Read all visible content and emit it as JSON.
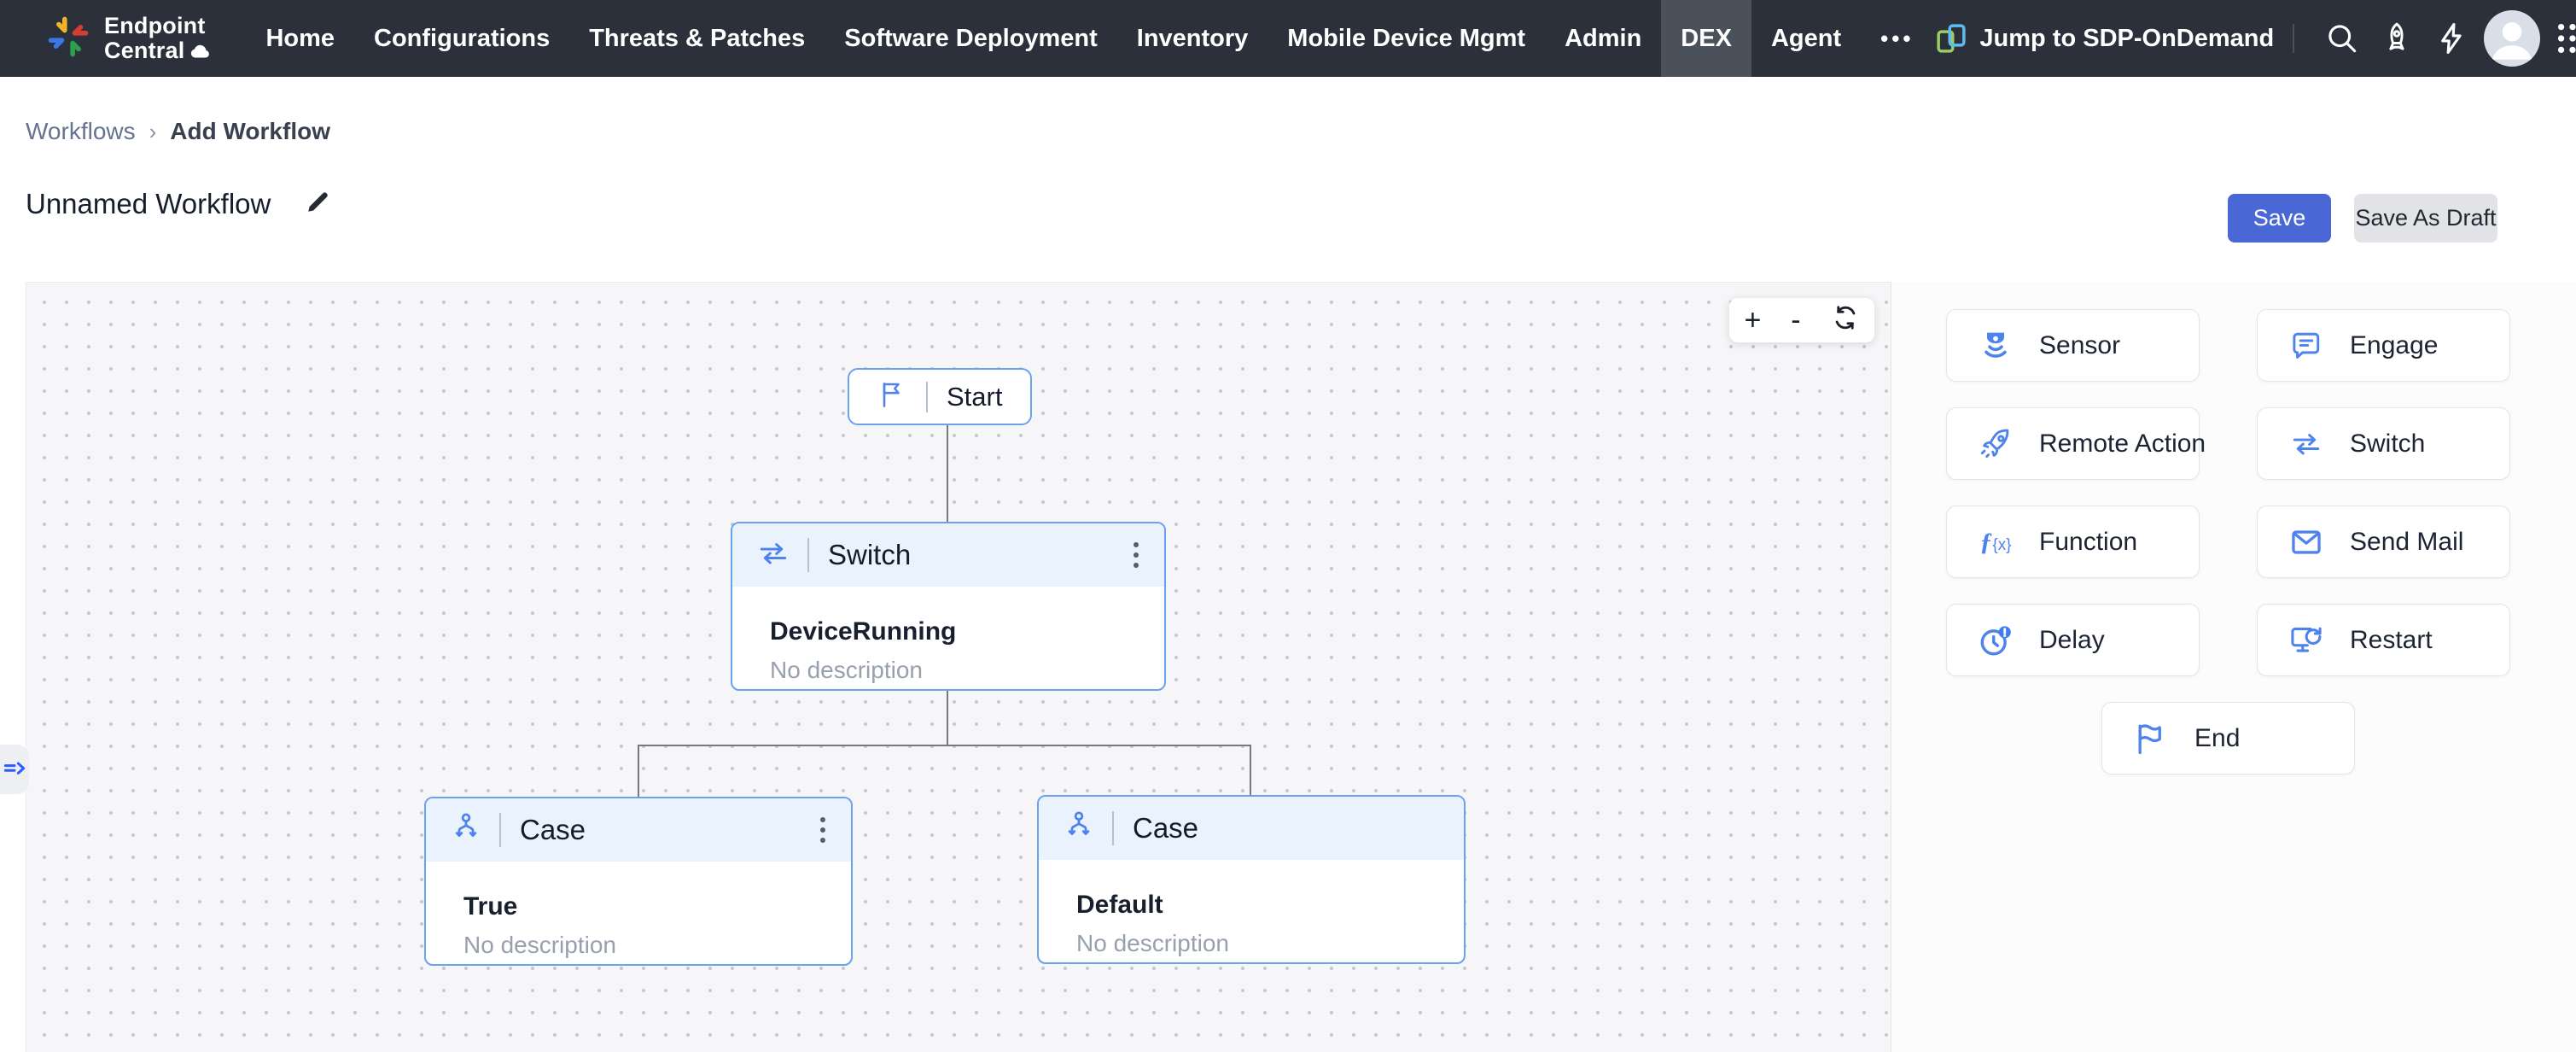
{
  "nav": {
    "brand_line1": "Endpoint",
    "brand_line2": "Central",
    "items": [
      "Home",
      "Configurations",
      "Threats & Patches",
      "Software Deployment",
      "Inventory",
      "Mobile Device Mgmt",
      "Admin",
      "DEX",
      "Agent",
      "•••"
    ],
    "active_item": "DEX",
    "jump_label": "Jump to SDP-OnDemand"
  },
  "breadcrumb": {
    "parent": "Workflows",
    "separator": "›",
    "current": "Add Workflow"
  },
  "header": {
    "title": "Unnamed Workflow",
    "save_label": "Save",
    "save_draft_label": "Save As Draft"
  },
  "canvas": {
    "zoom_in": "+",
    "zoom_out": "-",
    "nodes": {
      "start": {
        "label": "Start"
      },
      "switch": {
        "title": "Switch",
        "name": "DeviceRunning",
        "description": "No description"
      },
      "case_true": {
        "title": "Case",
        "name": "True",
        "description": "No description"
      },
      "case_default": {
        "title": "Case",
        "name": "Default",
        "description": "No description"
      }
    }
  },
  "palette": {
    "items": [
      {
        "label": "Sensor",
        "icon": "sensor-icon"
      },
      {
        "label": "Engage",
        "icon": "engage-icon"
      },
      {
        "label": "Remote Action",
        "icon": "remote-action-icon"
      },
      {
        "label": "Switch",
        "icon": "switch-icon"
      },
      {
        "label": "Function",
        "icon": "function-icon"
      },
      {
        "label": "Send Mail",
        "icon": "send-mail-icon"
      },
      {
        "label": "Delay",
        "icon": "delay-icon"
      },
      {
        "label": "Restart",
        "icon": "restart-icon"
      },
      {
        "label": "End",
        "icon": "end-flag-icon"
      }
    ]
  },
  "colors": {
    "nav_bg": "#2b303a",
    "nav_active_bg": "#4a515b",
    "accent_blue": "#4a67d6",
    "node_border": "#69a2ef",
    "node_header_bg": "#e9f2fd",
    "icon_blue": "#4f83ec"
  }
}
